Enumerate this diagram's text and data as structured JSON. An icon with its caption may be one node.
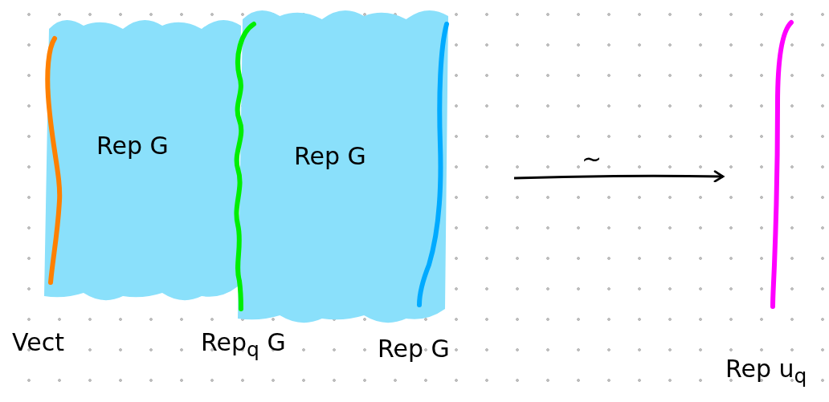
{
  "diagram": {
    "nodes": [
      {
        "text": [
          "Rep G"
        ]
      },
      {
        "text": [
          "Rep G"
        ]
      },
      {
        "text": [
          "Vect"
        ]
      },
      {
        "text": [
          "Rep$_{q}$ G"
        ]
      },
      {
        "text": [
          "Rep G"
        ]
      },
      {
        "text": [
          "Rep u$_{q}$"
        ]
      }
    ],
    "edges": [
      {
        "from": null,
        "to": 5,
        "arrow": "to",
        "label": "~"
      }
    ]
  }
}
